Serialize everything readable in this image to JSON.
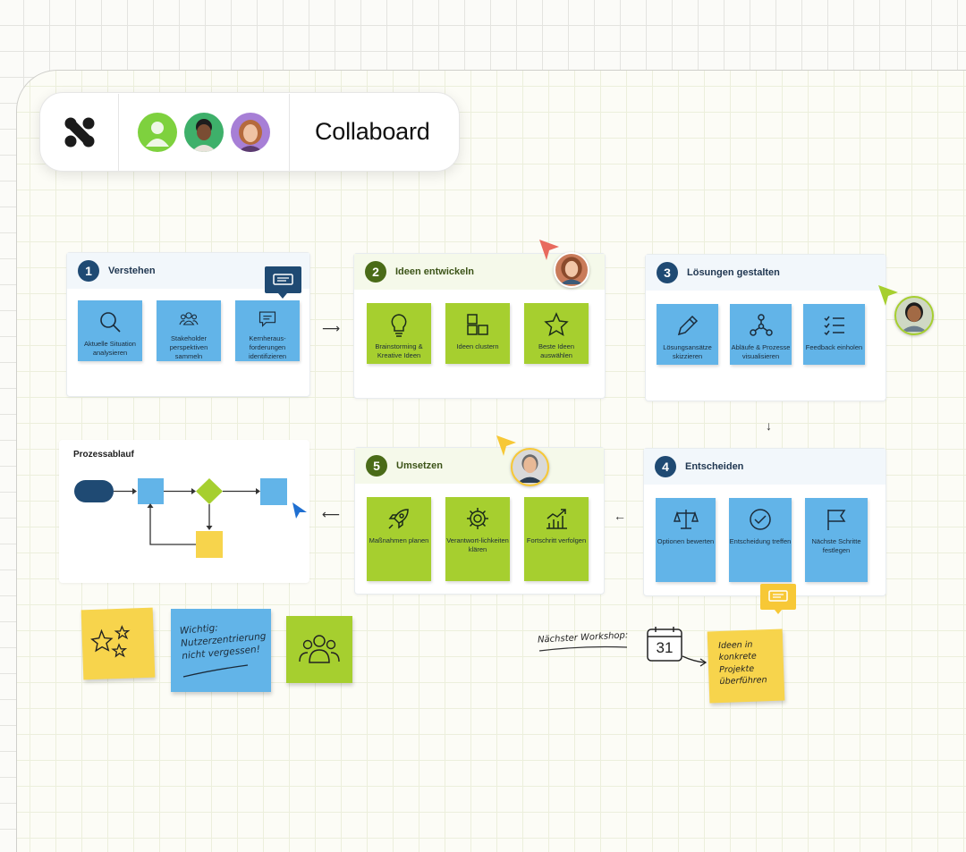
{
  "toolbar": {
    "logo_icon": "collaboard-logo-icon",
    "title": "Collaboard",
    "avatars": [
      "user-avatar-generic",
      "user-avatar-2",
      "user-avatar-3"
    ]
  },
  "colors": {
    "blue_card": "#62b4e8",
    "green_card": "#a6cf2f",
    "yellow_sticky": "#f7d44c",
    "navy": "#1f4a73",
    "olive": "#4a6b18"
  },
  "steps": [
    {
      "num": "1",
      "title": "Verstehen",
      "cards": [
        "Aktuelle Situation analysieren",
        "Stakeholder perspektiven sammeln",
        "Kernheraus-forderungen identifizieren"
      ],
      "icons": [
        "magnifier-icon",
        "people-icon",
        "speech-bubble-icon"
      ]
    },
    {
      "num": "2",
      "title": "Ideen entwickeln",
      "cards": [
        "Brainstorming & Kreative Ideen",
        "Ideen clustern",
        "Beste Ideen auswählen"
      ],
      "icons": [
        "lightbulb-icon",
        "clusters-icon",
        "star-icon"
      ]
    },
    {
      "num": "3",
      "title": "Lösungen gestalten",
      "cards": [
        "Lösungsansätze skizzieren",
        "Abläufe & Prozesse visualisieren",
        "Feedback einholen"
      ],
      "icons": [
        "pencil-icon",
        "network-icon",
        "checklist-icon"
      ]
    },
    {
      "num": "4",
      "title": "Entscheiden",
      "cards": [
        "Optionen bewerten",
        "Entscheidung treffen",
        "Nächste Schritte festlegen"
      ],
      "icons": [
        "scales-icon",
        "check-circle-icon",
        "flag-icon"
      ]
    },
    {
      "num": "5",
      "title": "Umsetzen",
      "cards": [
        "Maßnahmen planen",
        "Verantwort-lichkeiten klären",
        "Fortschritt verfolgen"
      ],
      "icons": [
        "rocket-icon",
        "gear-icon",
        "chart-up-icon"
      ]
    }
  ],
  "flow": {
    "title": "Prozessablauf"
  },
  "notes": {
    "important": "Wichtig: Nutzerzentrierung nicht vergessen!",
    "workshop_label": "Nächster Workshop:",
    "calendar_day": "31",
    "workshop_note": "Ideen in konkrete Projekte überführen"
  }
}
